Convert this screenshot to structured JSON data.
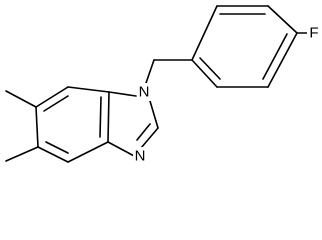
{
  "structure": {
    "type": "skeletal-formula",
    "atoms": {
      "fluorine": "F",
      "n1": "N",
      "n3": "N"
    },
    "colors": {
      "bond": "#000000",
      "label": "#000000",
      "background": "#ffffff"
    }
  }
}
